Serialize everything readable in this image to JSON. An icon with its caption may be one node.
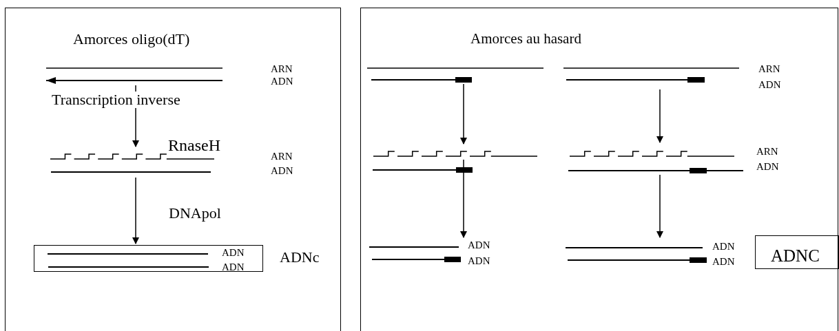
{
  "diagram": {
    "nodes": [
      {
        "text": [
          "Amorces oligo(dT)"
        ]
      },
      {
        "text": [
          "ARN",
          "ADN"
        ],
        "in": 0
      },
      {
        "text": [
          "ARN",
          "ADN"
        ],
        "beside": [
          "RnaseH"
        ],
        "in": 0
      },
      {
        "text": [
          "ADN",
          "ADN"
        ],
        "beside": [
          "ADNc"
        ],
        "in": 0
      },
      {
        "text": [
          "Amorces au hasard"
        ]
      },
      {
        "text": [],
        "shape": "lines",
        "in": 4
      },
      {
        "text": [
          "ARN",
          "ADN"
        ],
        "in": 4
      },
      {
        "text": [],
        "shape": "lines",
        "in": 4
      },
      {
        "text": [
          "ARN",
          "ADN"
        ],
        "in": 4
      },
      {
        "text": [
          "ADN",
          "ADN"
        ],
        "in": 4
      },
      {
        "text": [
          "ADN",
          "ADN"
        ],
        "in": 4
      },
      {
        "text": [
          "ADNC"
        ],
        "in": 4
      }
    ],
    "edges": [
      {
        "from": 1,
        "to": 2,
        "arrow": "to",
        "label": "Transcription inverse"
      },
      {
        "from": 2,
        "to": 3,
        "arrow": "to",
        "label": "DNApol"
      },
      {
        "from": 5,
        "to": 7,
        "arrow": "to"
      },
      {
        "from": 7,
        "to": 9,
        "arrow": "to"
      },
      {
        "from": 6,
        "to": 8,
        "arrow": "to"
      },
      {
        "from": 8,
        "to": 10,
        "arrow": "to"
      }
    ]
  }
}
